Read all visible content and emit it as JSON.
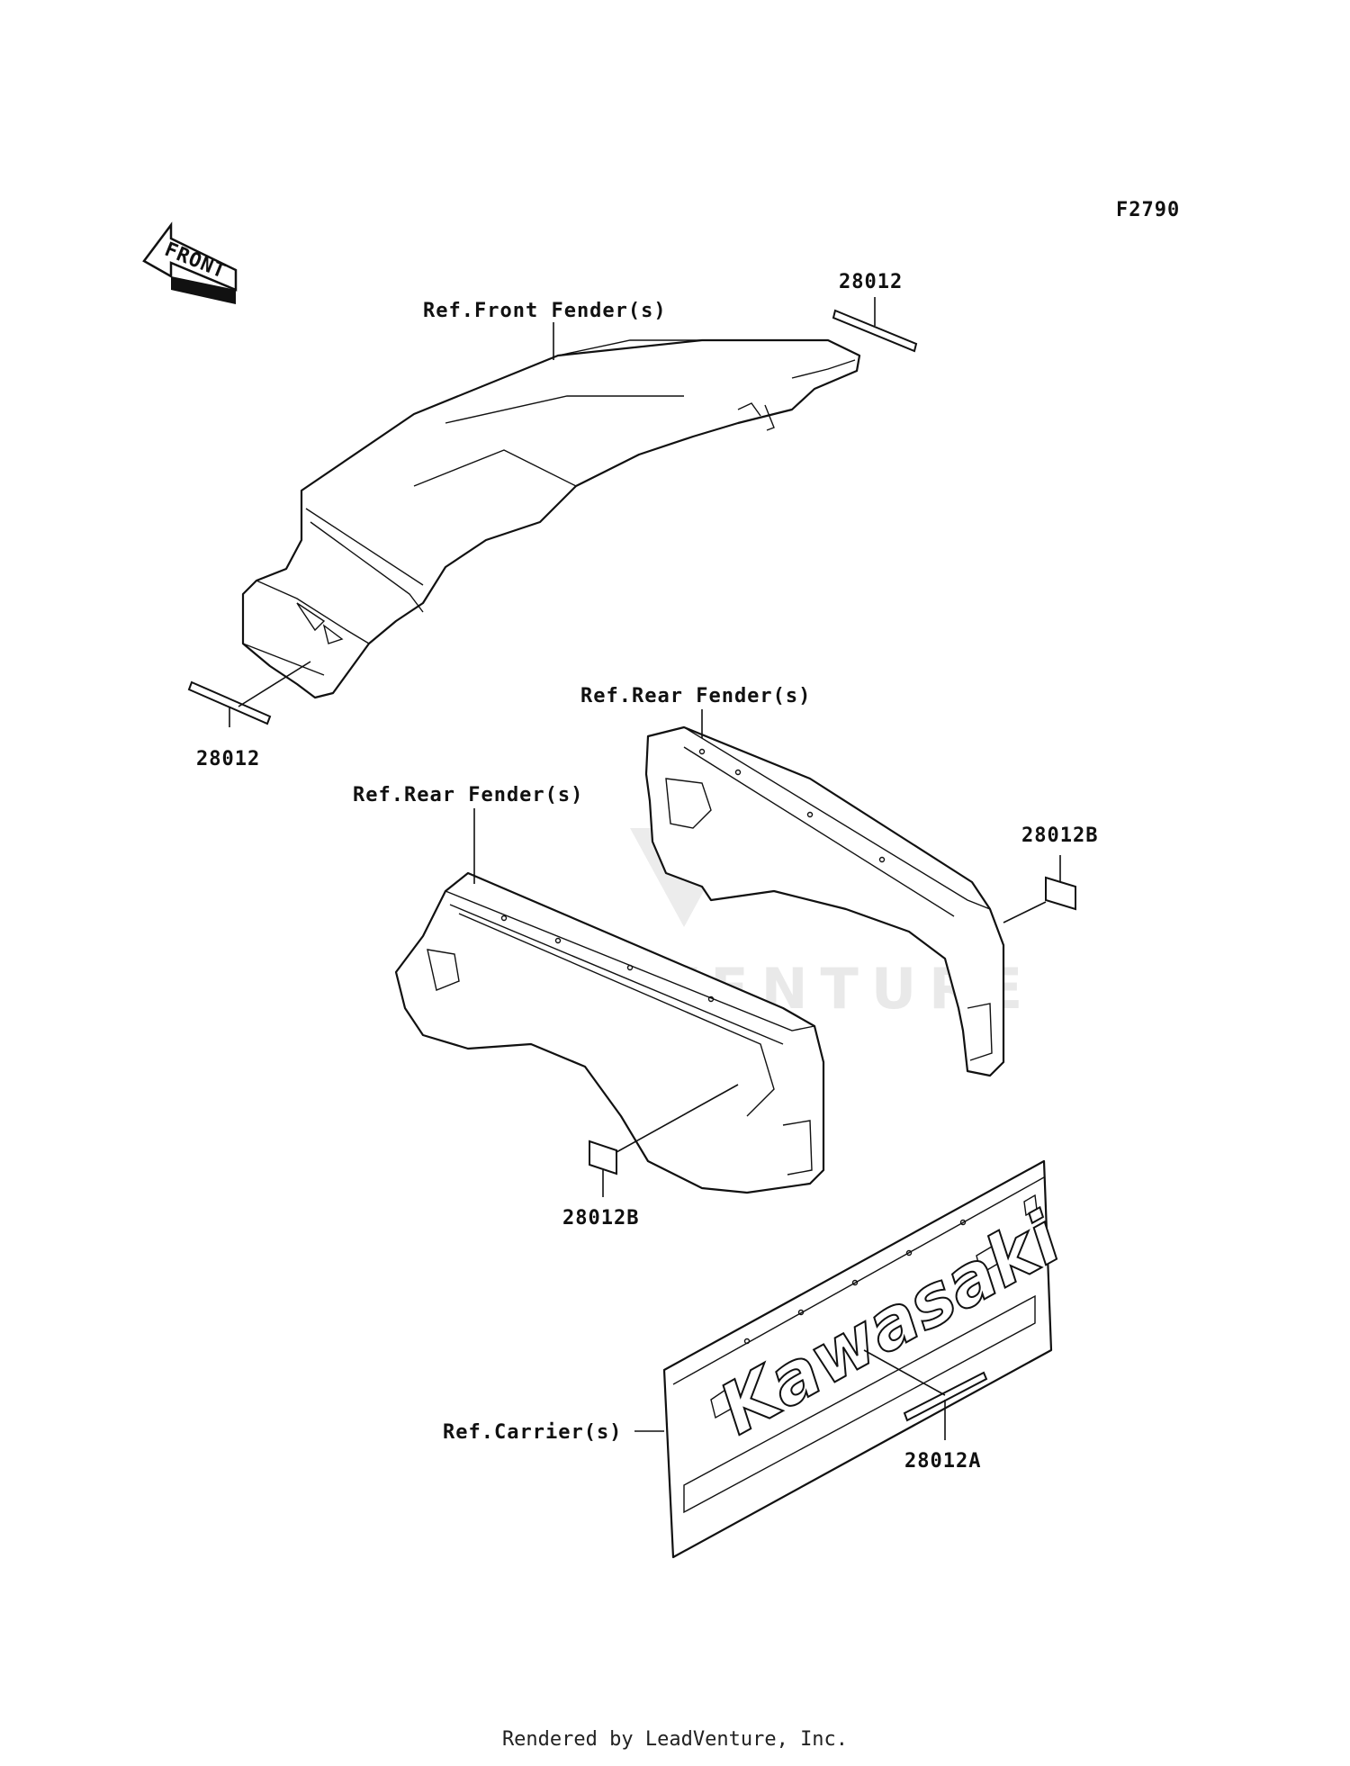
{
  "figure_code": "F2790",
  "front_label": "FRONT",
  "watermark": "LEADVENTURE",
  "brand_mark": "Kawasaki",
  "credit": "Rendered by LeadVenture, Inc.",
  "callouts": {
    "ref_front_fender": "Ref.Front Fender(s)",
    "ref_rear_fender_right": "Ref.Rear Fender(s)",
    "ref_rear_fender_left": "Ref.Rear Fender(s)",
    "ref_carrier": "Ref.Carrier(s)",
    "part_28012_top": "28012",
    "part_28012_left": "28012",
    "part_28012B_right": "28012B",
    "part_28012B_left": "28012B",
    "part_28012A": "28012A"
  }
}
